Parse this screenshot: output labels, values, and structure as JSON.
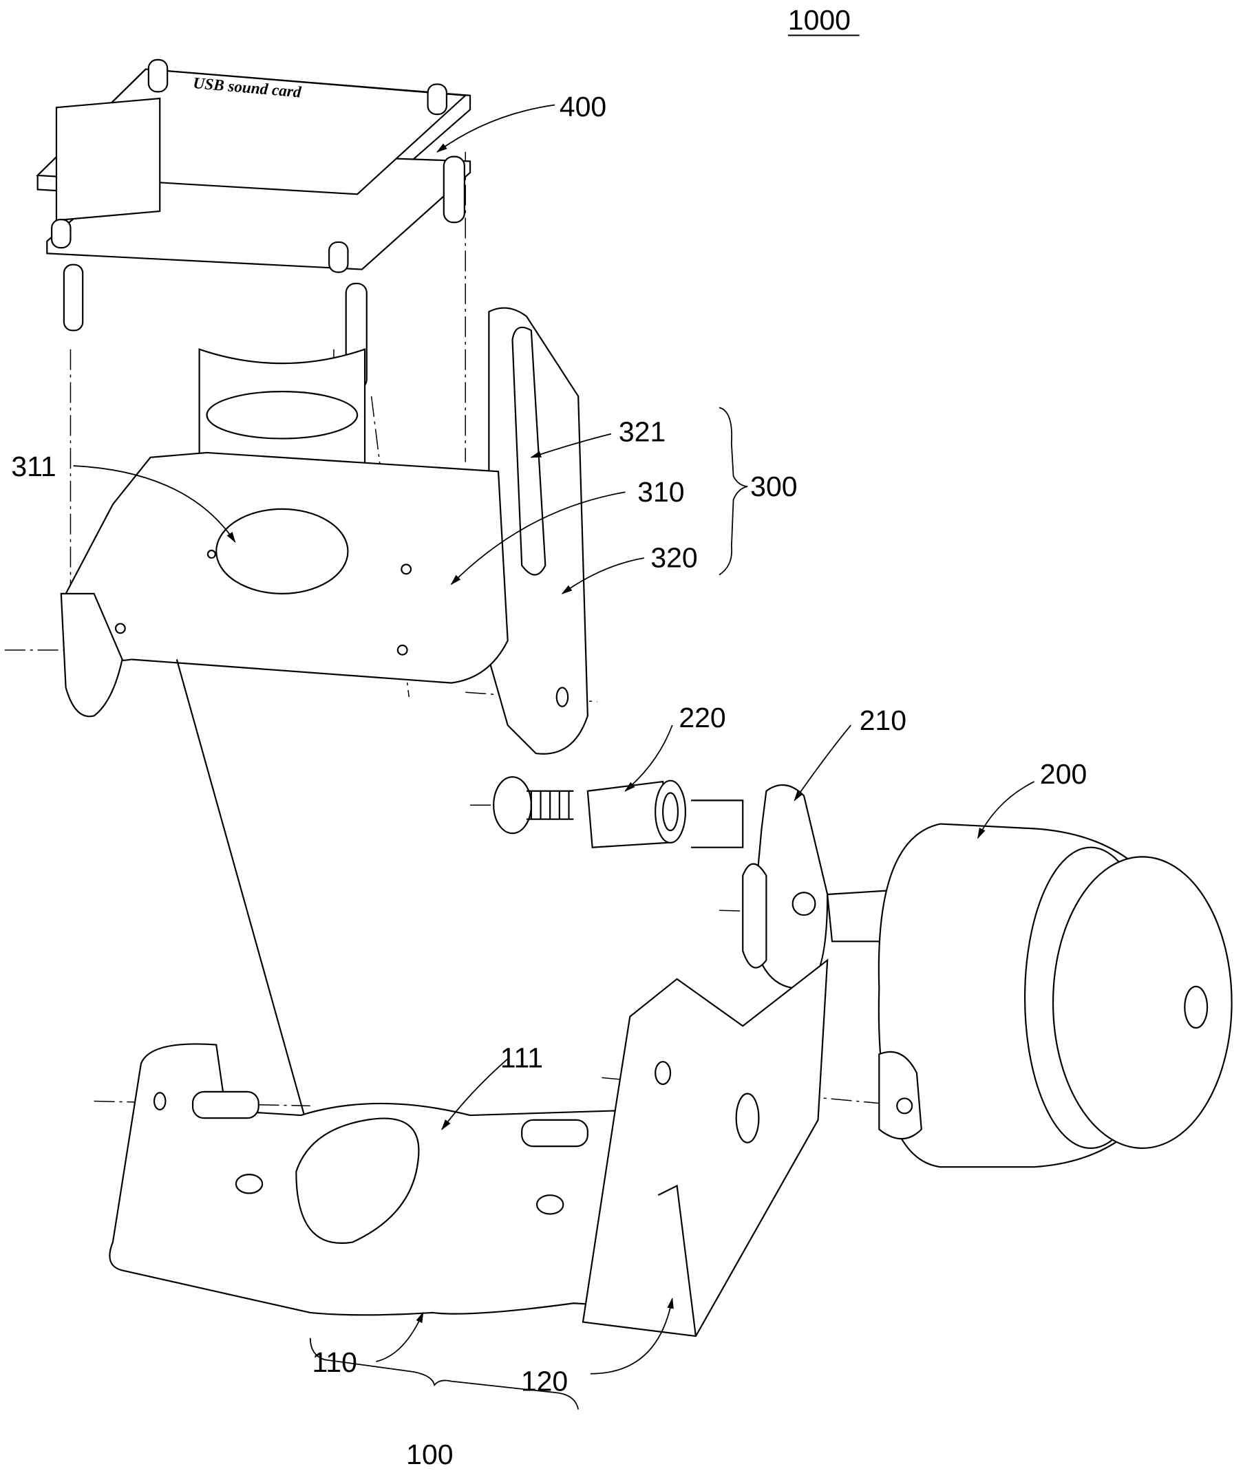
{
  "figure": {
    "assembly_label": "1000",
    "board_text": "USB sound card",
    "labels": {
      "sound_card": "400",
      "slot": "321",
      "hole_top": "311",
      "plate_top": "310",
      "mount_group": "300",
      "side_plate": "320",
      "sleeve": "220",
      "cam": "210",
      "motor": "200",
      "hole_base": "111",
      "base_plate": "110",
      "base_side": "120",
      "base_group": "100"
    }
  }
}
